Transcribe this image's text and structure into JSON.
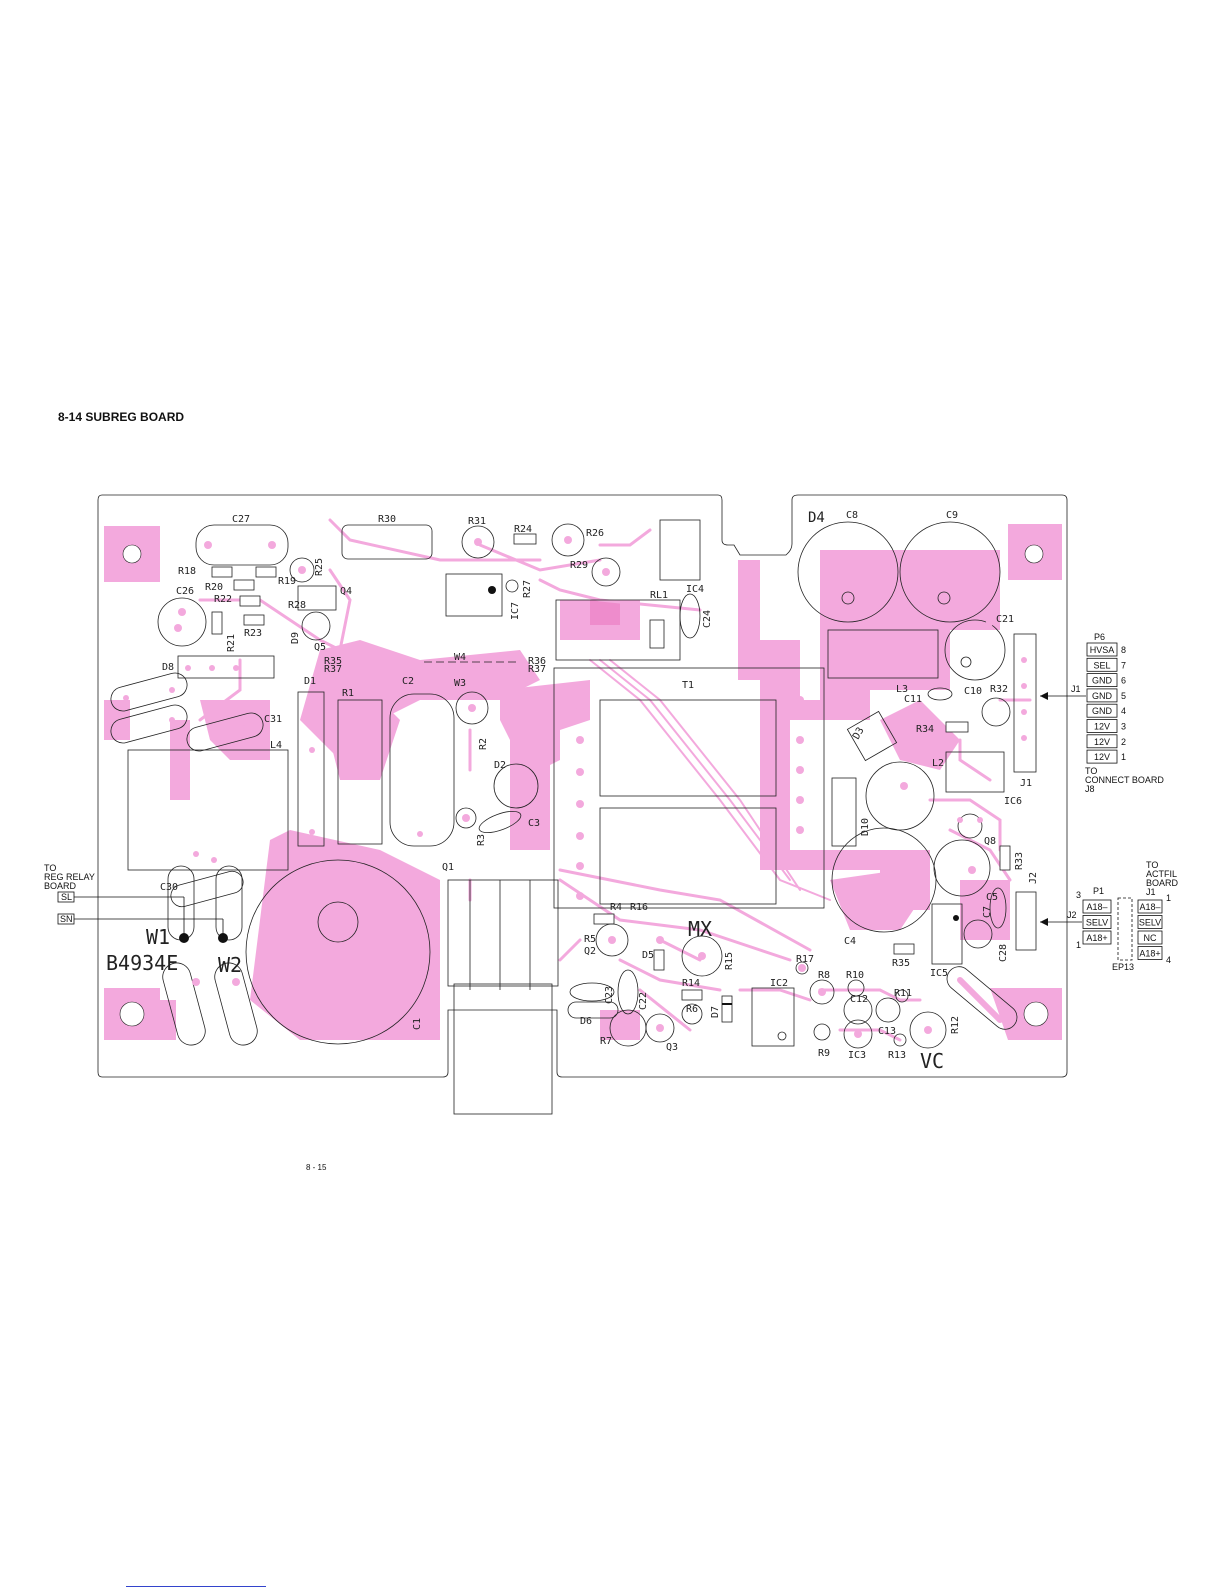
{
  "page": {
    "section_title": "8-14  SUBREG BOARD",
    "page_number": "8 - 15"
  },
  "colors": {
    "copper": "#f3a9dd",
    "outline": "#222222",
    "link": "#3344cc"
  },
  "board": {
    "part_number": "B4934E",
    "markings": {
      "w1": "W1",
      "w2": "W2",
      "mx": "MX",
      "vc": "VC",
      "d4": "D4"
    },
    "components": {
      "c27": "C27",
      "r30": "R30",
      "r31": "R31",
      "r24": "R24",
      "r26": "R26",
      "r18": "R18",
      "r20": "R20",
      "r22": "R22",
      "r19": "R19",
      "r25": "R25",
      "q4": "Q4",
      "c26": "C26",
      "r28": "R28",
      "r23": "R23",
      "r21": "R21",
      "d9": "D9",
      "q5": "Q5",
      "r29": "R29",
      "ic7": "IC7",
      "r27": "R27",
      "ic4": "IC4",
      "rl1": "RL1",
      "c24": "C24",
      "c8": "C8",
      "c9": "C9",
      "c21": "C21",
      "d8": "D8",
      "r35a": "R35",
      "r37a": "R37",
      "w4": "W4",
      "r36": "R36",
      "r37b": "R37",
      "w3": "W3",
      "d1": "D1",
      "r1": "R1",
      "c2": "C2",
      "t1": "T1",
      "l3": "L3",
      "c11": "C11",
      "c10": "C10",
      "r32": "R32",
      "c31": "C31",
      "l4": "L4",
      "r2": "R2",
      "d2": "D2",
      "d3": "D3",
      "r34": "R34",
      "l2": "L2",
      "ic6": "IC6",
      "j1": "J1",
      "c3": "C3",
      "r3": "R3",
      "q1": "Q1",
      "d10": "D10",
      "q8": "Q8",
      "r33": "R33",
      "c30": "C30",
      "c5": "C5",
      "c7": "C7",
      "j2": "J2",
      "c4": "C4",
      "r4": "R4",
      "r16": "R16",
      "r5": "R5",
      "q2": "Q2",
      "d5": "D5",
      "r15": "R15",
      "r35b": "R35",
      "ic5": "IC5",
      "c28": "C28",
      "r17": "R17",
      "r8": "R8",
      "r10": "R10",
      "c23": "C23",
      "c22": "C22",
      "r14": "R14",
      "ic2": "IC2",
      "r11": "R11",
      "c12": "C12",
      "d6": "D6",
      "r6": "R6",
      "d7": "D7",
      "c13": "C13",
      "r12": "R12",
      "r7": "R7",
      "q3": "Q3",
      "r9": "R9",
      "ic3": "IC3",
      "r13": "R13",
      "c1": "C1"
    }
  },
  "reg_relay": {
    "to_label": [
      "TO",
      "REG RELAY",
      "BOARD"
    ],
    "terminals": [
      "SL",
      "SN"
    ]
  },
  "p6": {
    "name": "P6",
    "j_label": "J1",
    "pins": [
      {
        "name": "HVSA",
        "num": "8"
      },
      {
        "name": "SEL",
        "num": "7"
      },
      {
        "name": "GND",
        "num": "6"
      },
      {
        "name": "GND",
        "num": "5"
      },
      {
        "name": "GND",
        "num": "4"
      },
      {
        "name": "12V",
        "num": "3"
      },
      {
        "name": "12V",
        "num": "2"
      },
      {
        "name": "12V",
        "num": "1"
      }
    ],
    "to_label": [
      "TO",
      "CONNECT BOARD",
      "J8"
    ]
  },
  "p1": {
    "name": "P1",
    "j_label": "J2",
    "num_top": "3",
    "num_bottom": "1",
    "left_pins": [
      "A18–",
      "SELV",
      "A18+"
    ],
    "right_name": "J1",
    "right_pins": [
      "A18–",
      "SELV",
      "NC",
      "A18+"
    ],
    "right_num_top": "1",
    "right_num_bottom": "4",
    "ep_label": "EP13",
    "to_label": [
      "TO",
      "ACTFIL",
      "BOARD"
    ]
  }
}
